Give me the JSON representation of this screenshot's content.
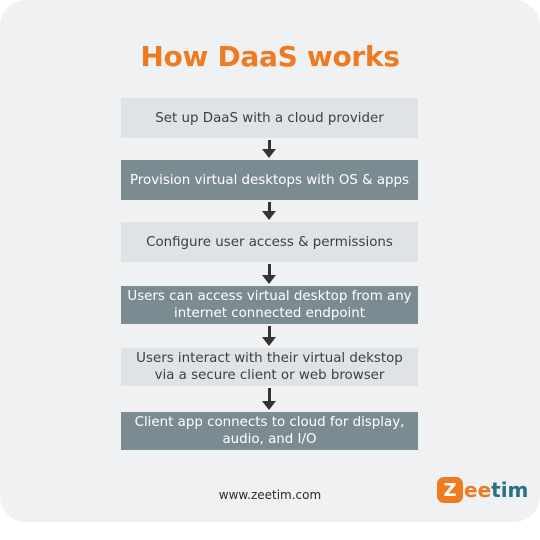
{
  "title": "How DaaS works",
  "steps": [
    {
      "text": "Set up DaaS with a cloud provider"
    },
    {
      "text": "Provision virtual desktops with OS & apps"
    },
    {
      "text": "Configure user access & permissions"
    },
    {
      "text": "Users can access virtual desktop from any internet connected endpoint"
    },
    {
      "text": "Users interact with their virtual dekstop via a secure client or web browser"
    },
    {
      "text": "Client app connects to cloud for display, audio, and I/O"
    }
  ],
  "footer": {
    "website": "www.zeetim.com"
  },
  "logo": {
    "letter": "Z",
    "part1": "ee",
    "part2": "tim"
  },
  "colors": {
    "title": "#ee7b22",
    "light_box": "#dfe3e6",
    "dark_box": "#7a8c91",
    "arrow": "#333333",
    "logo_orange": "#ee7b22",
    "logo_blue": "#2b6f87"
  }
}
